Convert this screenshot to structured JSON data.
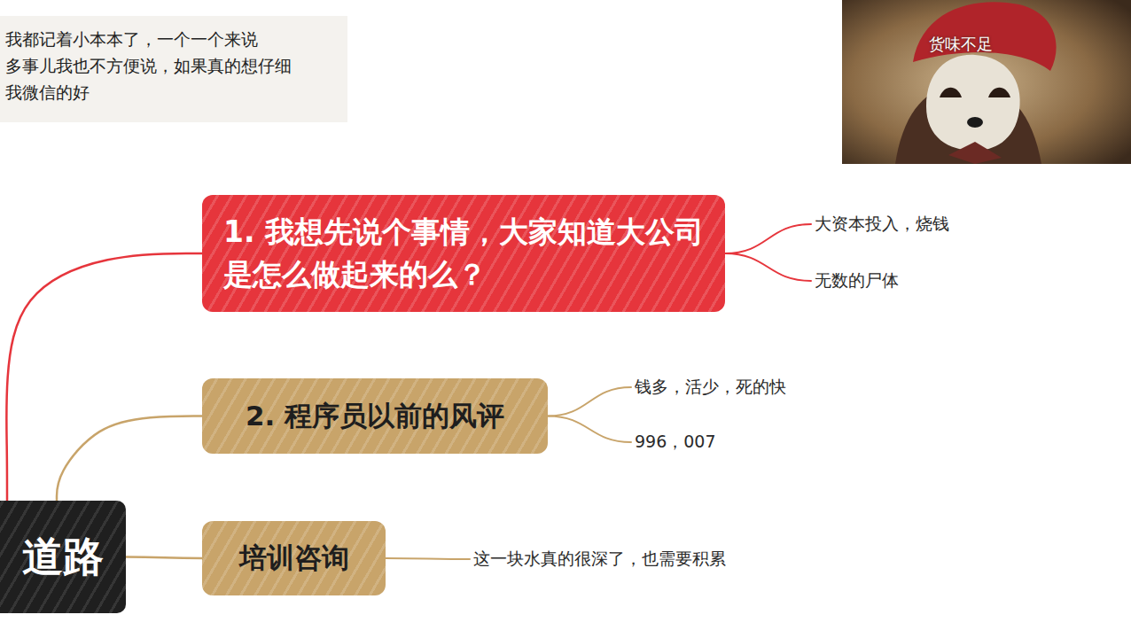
{
  "diagram": {
    "nodes": [
      {
        "text": [
          "道路"
        ]
      },
      {
        "text": [
          "1. 我想先说个事情，大家知道大公司是怎么做起来的么？"
        ]
      },
      {
        "text": [
          "大资本投入，烧钱"
        ]
      },
      {
        "text": [
          "无数的尸体"
        ]
      },
      {
        "text": [
          "2. 程序员以前的风评"
        ]
      },
      {
        "text": [
          "钱多，活少，死的快"
        ]
      },
      {
        "text": [
          "996，007"
        ]
      },
      {
        "text": [
          "培训咨询"
        ]
      },
      {
        "text": [
          "这一块水真的很深了，也需要积累"
        ]
      }
    ],
    "edges": [
      {
        "from": 0,
        "to": 1,
        "arrow": "none"
      },
      {
        "from": 0,
        "to": 4,
        "arrow": "none"
      },
      {
        "from": 0,
        "to": 7,
        "arrow": "none"
      },
      {
        "from": 1,
        "to": 2,
        "arrow": "none"
      },
      {
        "from": 1,
        "to": 3,
        "arrow": "none"
      },
      {
        "from": 4,
        "to": 5,
        "arrow": "none"
      },
      {
        "from": 4,
        "to": 6,
        "arrow": "none"
      },
      {
        "from": 7,
        "to": 8,
        "arrow": "none"
      }
    ],
    "labels": [
      "我都记着小本本了，一个一个来说",
      "多事儿我也不方便说，如果真的想仔细",
      "我微信的好",
      "货味不足"
    ]
  }
}
